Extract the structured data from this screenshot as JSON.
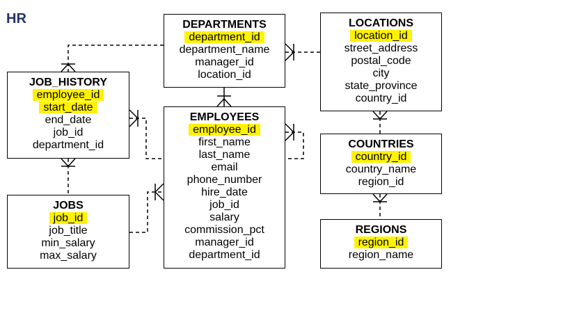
{
  "title": "HR",
  "colors": {
    "primary_key_highlight": "#fff200",
    "title": "#27306a",
    "line": "#000000"
  },
  "entities": {
    "departments": {
      "name": "DEPARTMENTS",
      "pk": [
        "department_id"
      ],
      "attrs": [
        "department_name",
        "manager_id",
        "location_id"
      ]
    },
    "locations": {
      "name": "LOCATIONS",
      "pk": [
        "location_id"
      ],
      "attrs": [
        "street_address",
        "postal_code",
        "city",
        "state_province",
        "country_id"
      ]
    },
    "job_history": {
      "name": "JOB_HISTORY",
      "pk": [
        "employee_id",
        "start_date"
      ],
      "attrs": [
        "end_date",
        "job_id",
        "department_id"
      ]
    },
    "employees": {
      "name": "EMPLOYEES",
      "pk": [
        "employee_id"
      ],
      "attrs": [
        "first_name",
        "last_name",
        "email",
        "phone_number",
        "hire_date",
        "job_id",
        "salary",
        "commission_pct",
        "manager_id",
        "department_id"
      ]
    },
    "countries": {
      "name": "COUNTRIES",
      "pk": [
        "country_id"
      ],
      "attrs": [
        "country_name",
        "region_id"
      ]
    },
    "jobs": {
      "name": "JOBS",
      "pk": [
        "job_id"
      ],
      "attrs": [
        "job_title",
        "min_salary",
        "max_salary"
      ]
    },
    "regions": {
      "name": "REGIONS",
      "pk": [
        "region_id"
      ],
      "attrs": [
        "region_name"
      ]
    }
  },
  "relationships": [
    {
      "from": "departments",
      "to": "job_history"
    },
    {
      "from": "departments",
      "to": "locations"
    },
    {
      "from": "departments",
      "to": "employees"
    },
    {
      "from": "employees",
      "to": "job_history"
    },
    {
      "from": "employees",
      "to": "employees"
    },
    {
      "from": "jobs",
      "to": "employees"
    },
    {
      "from": "jobs",
      "to": "job_history"
    },
    {
      "from": "locations",
      "to": "countries"
    },
    {
      "from": "countries",
      "to": "regions"
    }
  ]
}
